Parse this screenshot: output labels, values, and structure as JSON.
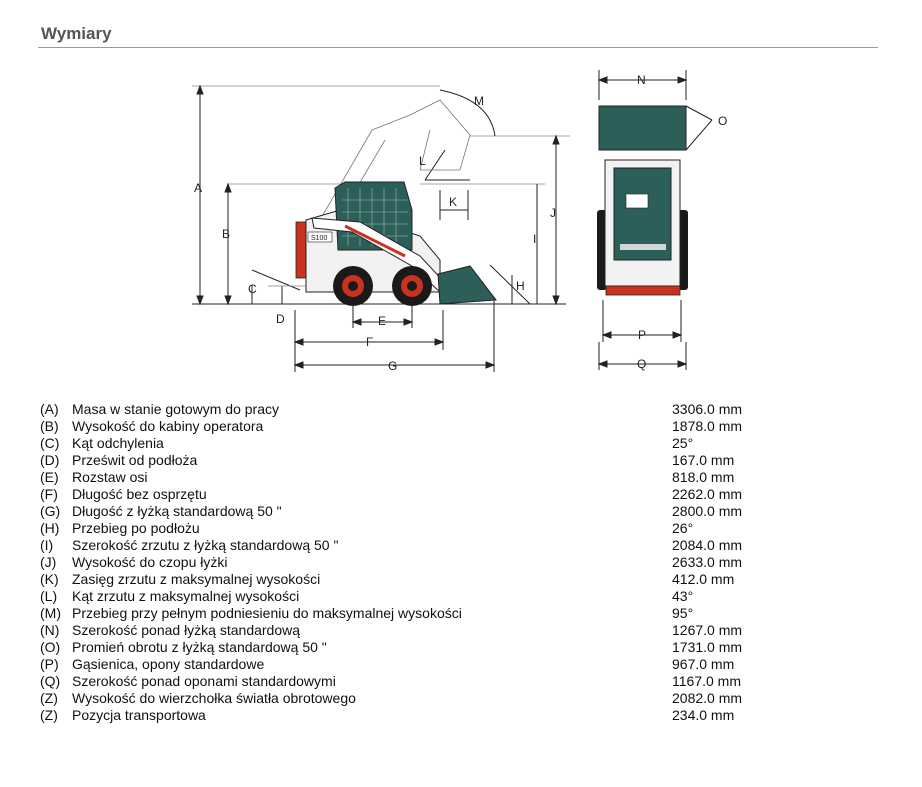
{
  "header": {
    "title": "Wymiary"
  },
  "diagram": {
    "side_labels": [
      "A",
      "B",
      "C",
      "D",
      "E",
      "F",
      "G",
      "H",
      "I",
      "J",
      "K",
      "L",
      "M"
    ],
    "front_labels": [
      "N",
      "O",
      "P",
      "Q"
    ],
    "machine_badge": "S100",
    "colors": {
      "machine_dark": "#2d5f5a",
      "accent_red": "#c9321f",
      "line": "#222222"
    }
  },
  "specs": [
    {
      "code": "(A)",
      "label": "Masa w stanie gotowym do pracy",
      "value": "3306.0 mm"
    },
    {
      "code": "(B)",
      "label": "Wysokość do kabiny operatora",
      "value": "1878.0 mm"
    },
    {
      "code": "(C)",
      "label": "Kąt odchylenia",
      "value": "25°"
    },
    {
      "code": "(D)",
      "label": "Prześwit od podłoża",
      "value": "167.0 mm"
    },
    {
      "code": "(E)",
      "label": "Rozstaw osi",
      "value": "818.0 mm"
    },
    {
      "code": "(F)",
      "label": "Długość bez osprzętu",
      "value": "2262.0 mm"
    },
    {
      "code": "(G)",
      "label": "Długość z łyżką standardową 50 \"",
      "value": "2800.0 mm"
    },
    {
      "code": "(H)",
      "label": "Przebieg po podłożu",
      "value": "26°"
    },
    {
      "code": "(I)",
      "label": "Szerokość zrzutu z łyżką standardową 50 \"",
      "value": "2084.0 mm"
    },
    {
      "code": "(J)",
      "label": "Wysokość do czopu łyżki",
      "value": "2633.0 mm"
    },
    {
      "code": "(K)",
      "label": "Zasięg zrzutu z maksymalnej wysokości",
      "value": "412.0 mm"
    },
    {
      "code": "(L)",
      "label": "Kąt zrzutu z maksymalnej wysokości",
      "value": "43°"
    },
    {
      "code": "(M)",
      "label": "Przebieg przy pełnym podniesieniu do maksymalnej wysokości",
      "value": "95°"
    },
    {
      "code": "(N)",
      "label": "Szerokość ponad łyżką standardową",
      "value": "1267.0 mm"
    },
    {
      "code": "(O)",
      "label": "Promień obrotu z łyżką standardową 50 \"",
      "value": "1731.0 mm"
    },
    {
      "code": "(P)",
      "label": "Gąsienica, opony standardowe",
      "value": "967.0 mm"
    },
    {
      "code": "(Q)",
      "label": "Szerokość ponad oponami standardowymi",
      "value": "1167.0 mm"
    },
    {
      "code": "(Z)",
      "label": "Wysokość do wierzchołka światła obrotowego",
      "value": "2082.0 mm"
    },
    {
      "code": "(Z)",
      "label": "Pozycja transportowa",
      "value": "234.0 mm"
    }
  ]
}
